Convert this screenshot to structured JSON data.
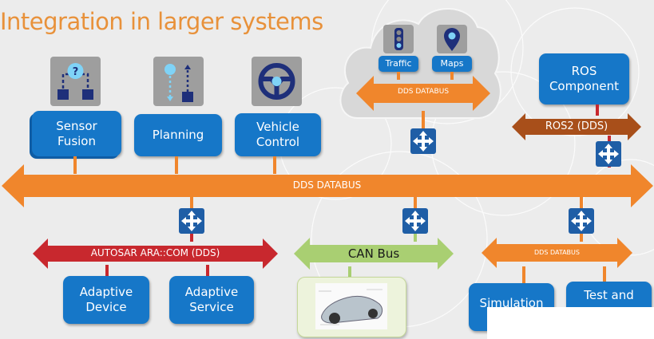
{
  "title": "Integration in larger systems",
  "colors": {
    "title": "#e8913a",
    "component_box": "#1677c8",
    "dds_bus": "#f0862c",
    "ros2_bus": "#a84f1a",
    "autosar_bus": "#c8282e",
    "can_bus": "#a9cf72",
    "router": "#1f5ea6",
    "icon_tile": "#9e9e9e",
    "icon_dark": "#1e2f7a",
    "icon_light": "#7fd3f7"
  },
  "top_components": [
    {
      "label": "Sensor\nFusion",
      "icon": "sensor-fusion-icon"
    },
    {
      "label": "Planning",
      "icon": "planning-path-icon"
    },
    {
      "label": "Vehicle\nControl",
      "icon": "steering-wheel-icon"
    }
  ],
  "cloud": {
    "services": [
      {
        "label": "Traffic",
        "icon": "traffic-light-icon"
      },
      {
        "label": "Maps",
        "icon": "map-pin-icon"
      }
    ],
    "bus_label": "DDS DATABUS"
  },
  "ros": {
    "component_label": "ROS\nComponent",
    "bus_label": "ROS2 (DDS)"
  },
  "main_bus": {
    "label": "DDS DATABUS"
  },
  "autosar": {
    "bus_label": "AUTOSAR ARA::COM (DDS)",
    "components": [
      "Adaptive\nDevice",
      "Adaptive\nService"
    ]
  },
  "can": {
    "bus_label": "CAN Bus",
    "image": "car-chassis-image"
  },
  "test_area": {
    "bus_label": "DDS DATABUS",
    "components": [
      "Simulation",
      "Test and"
    ]
  },
  "router_icon": "routing-service-icon"
}
